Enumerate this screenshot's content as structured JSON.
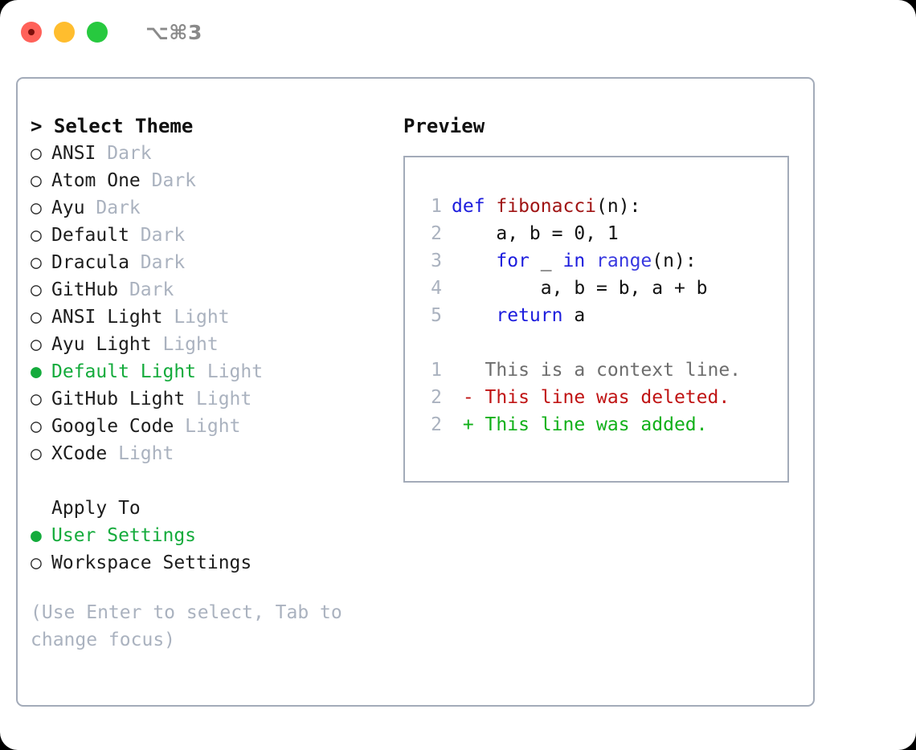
{
  "titlebar": {
    "traffic_lights": [
      "close-red",
      "minimize-yellow",
      "maximize-green"
    ],
    "shortcut": "⌥⌘3"
  },
  "left_panel": {
    "title": "> Select Theme",
    "themes": [
      {
        "bullet": "○",
        "label": "ANSI",
        "suffix": "Dark",
        "selected": false
      },
      {
        "bullet": "○",
        "label": "Atom One",
        "suffix": "Dark",
        "selected": false
      },
      {
        "bullet": "○",
        "label": "Ayu",
        "suffix": "Dark",
        "selected": false
      },
      {
        "bullet": "○",
        "label": "Default",
        "suffix": "Dark",
        "selected": false
      },
      {
        "bullet": "○",
        "label": "Dracula",
        "suffix": "Dark",
        "selected": false
      },
      {
        "bullet": "○",
        "label": "GitHub",
        "suffix": "Dark",
        "selected": false
      },
      {
        "bullet": "○",
        "label": "ANSI Light",
        "suffix": "Light",
        "selected": false
      },
      {
        "bullet": "○",
        "label": "Ayu Light",
        "suffix": "Light",
        "selected": false
      },
      {
        "bullet": "●",
        "label": "Default Light",
        "suffix": "Light",
        "selected": true
      },
      {
        "bullet": "○",
        "label": "GitHub Light",
        "suffix": "Light",
        "selected": false
      },
      {
        "bullet": "○",
        "label": "Google Code",
        "suffix": "Light",
        "selected": false
      },
      {
        "bullet": "○",
        "label": "XCode",
        "suffix": "Light",
        "selected": false
      }
    ],
    "apply_to": {
      "header": "Apply To",
      "options": [
        {
          "bullet": "●",
          "label": "User Settings",
          "selected": true
        },
        {
          "bullet": "○",
          "label": "Workspace Settings",
          "selected": false
        }
      ]
    },
    "hint": "(Use Enter to select, Tab to change focus)"
  },
  "preview": {
    "title": "Preview",
    "code_lines": [
      {
        "num": "1",
        "tokens": [
          {
            "t": "def ",
            "c": "kw"
          },
          {
            "t": "fibonacci",
            "c": "fn"
          },
          {
            "t": "(n):",
            "c": "plain"
          }
        ]
      },
      {
        "num": "2",
        "tokens": [
          {
            "t": "    a, b = 0, 1",
            "c": "plain"
          }
        ]
      },
      {
        "num": "3",
        "tokens": [
          {
            "t": "    ",
            "c": "plain"
          },
          {
            "t": "for",
            "c": "kw"
          },
          {
            "t": " _ ",
            "c": "plain"
          },
          {
            "t": "in",
            "c": "kw"
          },
          {
            "t": " ",
            "c": "plain"
          },
          {
            "t": "range",
            "c": "bi"
          },
          {
            "t": "(n):",
            "c": "plain"
          }
        ]
      },
      {
        "num": "4",
        "tokens": [
          {
            "t": "        a, b = b, a + b",
            "c": "plain"
          }
        ]
      },
      {
        "num": "5",
        "tokens": [
          {
            "t": "    ",
            "c": "plain"
          },
          {
            "t": "return",
            "c": "kw"
          },
          {
            "t": " a",
            "c": "plain"
          }
        ]
      }
    ],
    "diff_lines": [
      {
        "num": "1",
        "marker": "  ",
        "text": "This is a context line.",
        "kind": "ctx"
      },
      {
        "num": "2",
        "marker": "- ",
        "text": "This line was deleted.",
        "kind": "del"
      },
      {
        "num": "2",
        "marker": "+ ",
        "text": "This line was added.",
        "kind": "add"
      }
    ]
  },
  "colors": {
    "accent_green": "#14ab3c",
    "muted_gray": "#aab2bf",
    "border": "#a3abb9",
    "keyword_blue": "#1c1cdd",
    "function_red": "#a01414",
    "diff_delete": "#c01414",
    "diff_add": "#11b019",
    "diff_context": "#6d6d6d"
  }
}
